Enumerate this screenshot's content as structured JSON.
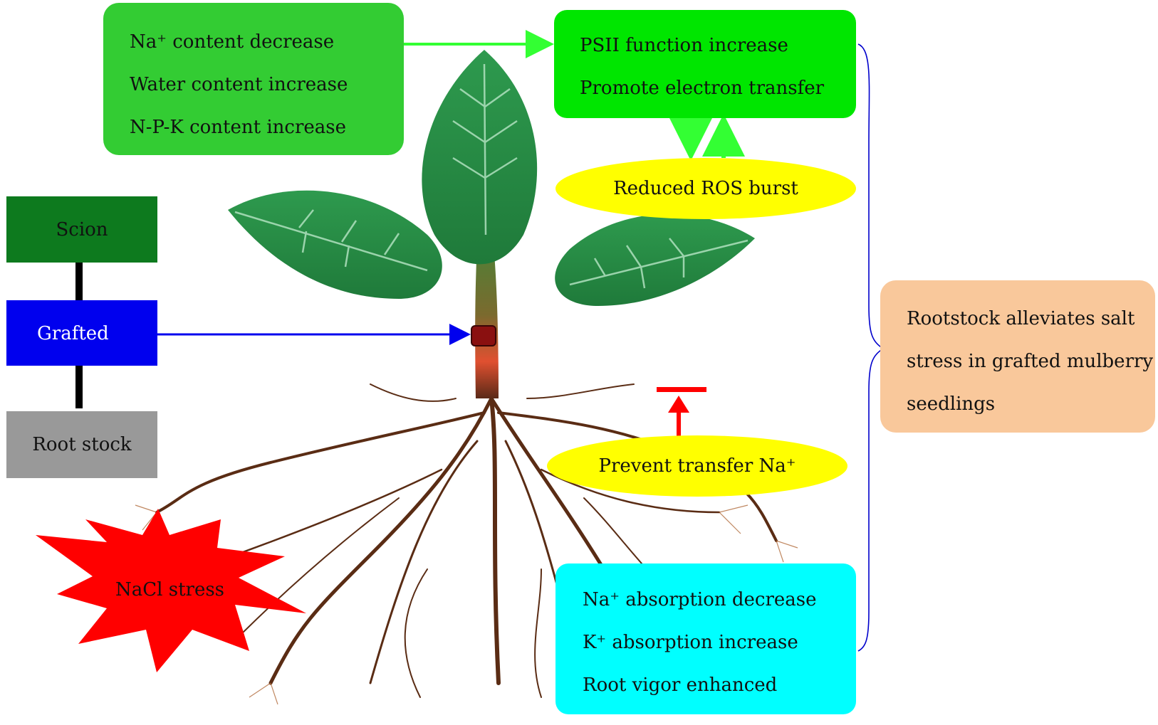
{
  "top_left_box": {
    "lines": [
      "Na⁺ content decrease",
      "Water content increase",
      "N-P-K content increase"
    ],
    "color": "#33cc33"
  },
  "top_right_box": {
    "lines": [
      "PSII function increase",
      "Promote electron transfer"
    ],
    "color": "#00e600"
  },
  "ros_ellipse": {
    "label": "Reduced ROS burst",
    "color": "#ffff00"
  },
  "prevent_ellipse": {
    "label": "Prevent transfer Na⁺",
    "color": "#ffff00"
  },
  "bottom_right_box": {
    "lines": [
      "Na⁺ absorption decrease",
      "K⁺  absorption increase",
      "Root vigor enhanced"
    ],
    "color": "#00ffff"
  },
  "summary_box": {
    "lines": [
      "Rootstock alleviates salt",
      "stress in grafted mulberry",
      "seedlings"
    ],
    "color": "#f9c89b"
  },
  "graft_legend": {
    "scion": {
      "label": "Scion",
      "color": "#0d7a1e"
    },
    "grafted": {
      "label": "Grafted",
      "color": "#0000ee"
    },
    "rootstock": {
      "label": "Root stock",
      "color": "#999999"
    }
  },
  "stress_star": {
    "label": "NaCl stress",
    "color": "#ff0000"
  },
  "icons": [
    "plant-illustration",
    "graft-union-icon",
    "inhibition-arrow-icon"
  ]
}
